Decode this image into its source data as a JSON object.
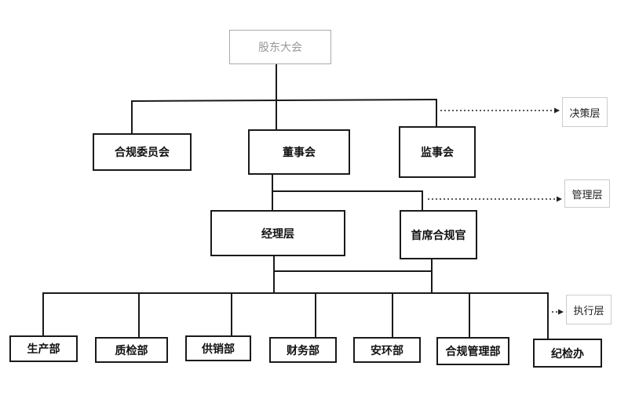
{
  "top": {
    "label": "股东大会"
  },
  "level1": {
    "compliance_committee": "合规委员会",
    "board": "董事会",
    "supervisory_board": "监事会"
  },
  "level2": {
    "management": "经理层",
    "chief_compliance_officer": "首席合规官"
  },
  "level3": {
    "production": "生产部",
    "quality": "质检部",
    "supply_sales": "供销部",
    "finance": "财务部",
    "safety_environment": "安环部",
    "compliance_management": "合规管理部",
    "discipline": "纪检办"
  },
  "layers": {
    "decision": "决策层",
    "management": "管理层",
    "execution": "执行层"
  },
  "colors": {
    "line": "#1a1a1a",
    "top_border": "#aaaaaa",
    "top_text": "#999999"
  }
}
